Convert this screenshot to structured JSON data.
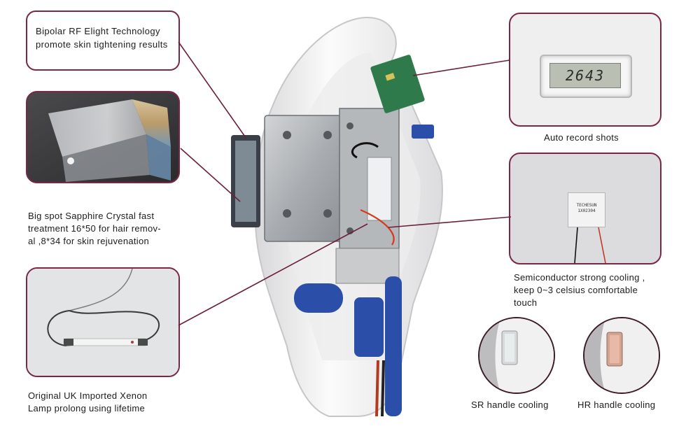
{
  "callout_rf": {
    "line1": "Bipolar RF Elight Technology",
    "line2": "promote skin tightening results"
  },
  "sapphire_caption": {
    "line1": "Big spot Sapphire Crystal fast",
    "line2": "treatment 16*50 for hair remov-",
    "line3": "al ,8*34 for skin rejuvenation"
  },
  "xenon_caption": {
    "line1": "Original UK Imported Xenon",
    "line2": "Lamp prolong using lifetime"
  },
  "counter_caption": "Auto record shots",
  "counter_display": "2643",
  "cooling_caption": {
    "line1": "Semiconductor strong cooling ,",
    "line2": "keep 0~3 celsius comfortable",
    "line3": "touch"
  },
  "chip_text": {
    "line1": "TECHESUN",
    "line2": "1X02304"
  },
  "sr_caption": "SR handle cooling",
  "hr_caption": "HR handle cooling",
  "colors": {
    "frame": "#7a2747",
    "leader_line": "#6b1f3b",
    "handle_blue": "#2b4fa8",
    "pcb_green": "#2f7a4a"
  }
}
